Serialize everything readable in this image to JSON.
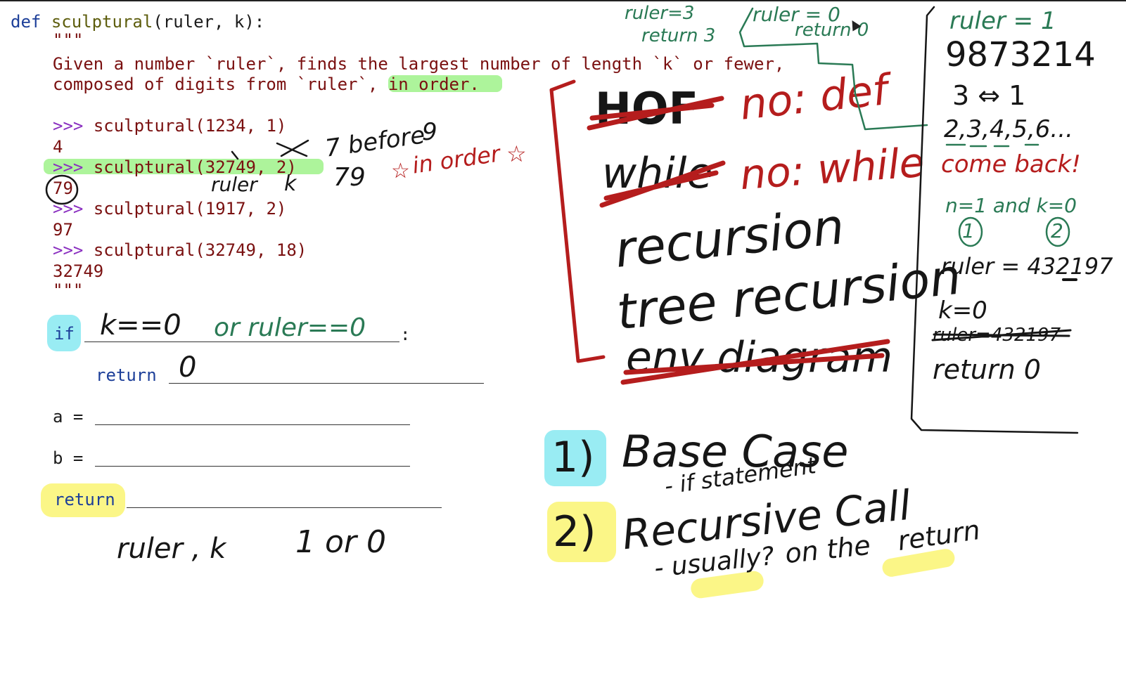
{
  "code": {
    "def_keyword": "def",
    "function_name": "sculptural",
    "signature_rest": "(ruler, k):",
    "docstring_open": "\"\"\"",
    "doc_line1": "Given a number `ruler`, finds the largest number of length `k` or fewer,",
    "doc_line2_a": "composed of digits from `ruler`,",
    "doc_line2_b": " in order.",
    "examples": [
      {
        "prompt": ">>>",
        "call": "sculptural(1234, 1)",
        "result": "4"
      },
      {
        "prompt": ">>>",
        "call": "sculptural(32749, 2)",
        "result": "79"
      },
      {
        "prompt": ">>>",
        "call": "sculptural(1917, 2)",
        "result": "97"
      },
      {
        "prompt": ">>>",
        "call": "sculptural(32749, 18)",
        "result": "32749"
      }
    ],
    "docstring_close": "\"\"\"",
    "if_keyword": "if",
    "colon": ":",
    "return_keyword": "return",
    "a_assign": "a =",
    "b_assign": "b =",
    "final_return": "return"
  },
  "annotations": {
    "if_fill_black": "k==0",
    "if_fill_green": "or ruler==0",
    "return_fill": "0",
    "ruler_under": "ruler",
    "k_under": "k",
    "value_79": "79",
    "seven_before": "7 before",
    "nine": "9",
    "in_order": "in order",
    "ruler_k": "ruler , k",
    "one_or_zero": "1  or  0",
    "top_ruler3": "ruler=3",
    "top_return3": "return 3",
    "top_ruler0": "ruler = 0",
    "top_return0": "return 0",
    "no_def": "no: def",
    "hof": "HOF",
    "while_struck": "while",
    "no_while": "no: while",
    "recursion": "recursion",
    "tree_recursion": "tree recursion",
    "env_diagram": "env diagram",
    "base_case": "Base Case",
    "if_statement": "- if statement",
    "recursive_call": "Recursive Call",
    "usually": "- usually?",
    "on_the": "on the",
    "return_word": "return",
    "step1": "1)",
    "step2": "2)",
    "side_ruler1": "ruler = 1",
    "side_digits": "9873214",
    "side_3_1": "3 ⇔ 1",
    "side_seq": "2,3,4,5,6...",
    "side_come_back": "come back!",
    "side_n1_k0": "n=1  and  k=0",
    "side_c1": "1",
    "side_c2": "2",
    "side_ruler432197": "ruler = 432197",
    "side_k0": "k=0",
    "side_struck": "ruler=432197",
    "side_return0": "return 0"
  },
  "colors": {
    "keyword": "#1d3f99",
    "function": "#5e5e0e",
    "string": "#7a1010",
    "prompt": "#8a2fc0",
    "highlight_green": "#9ff28a",
    "highlight_cyan": "#8eeaf2",
    "highlight_yellow": "#fbf57a",
    "ink_red": "#b51d1d",
    "ink_green": "#2a7a55",
    "ink_black": "#161616"
  }
}
